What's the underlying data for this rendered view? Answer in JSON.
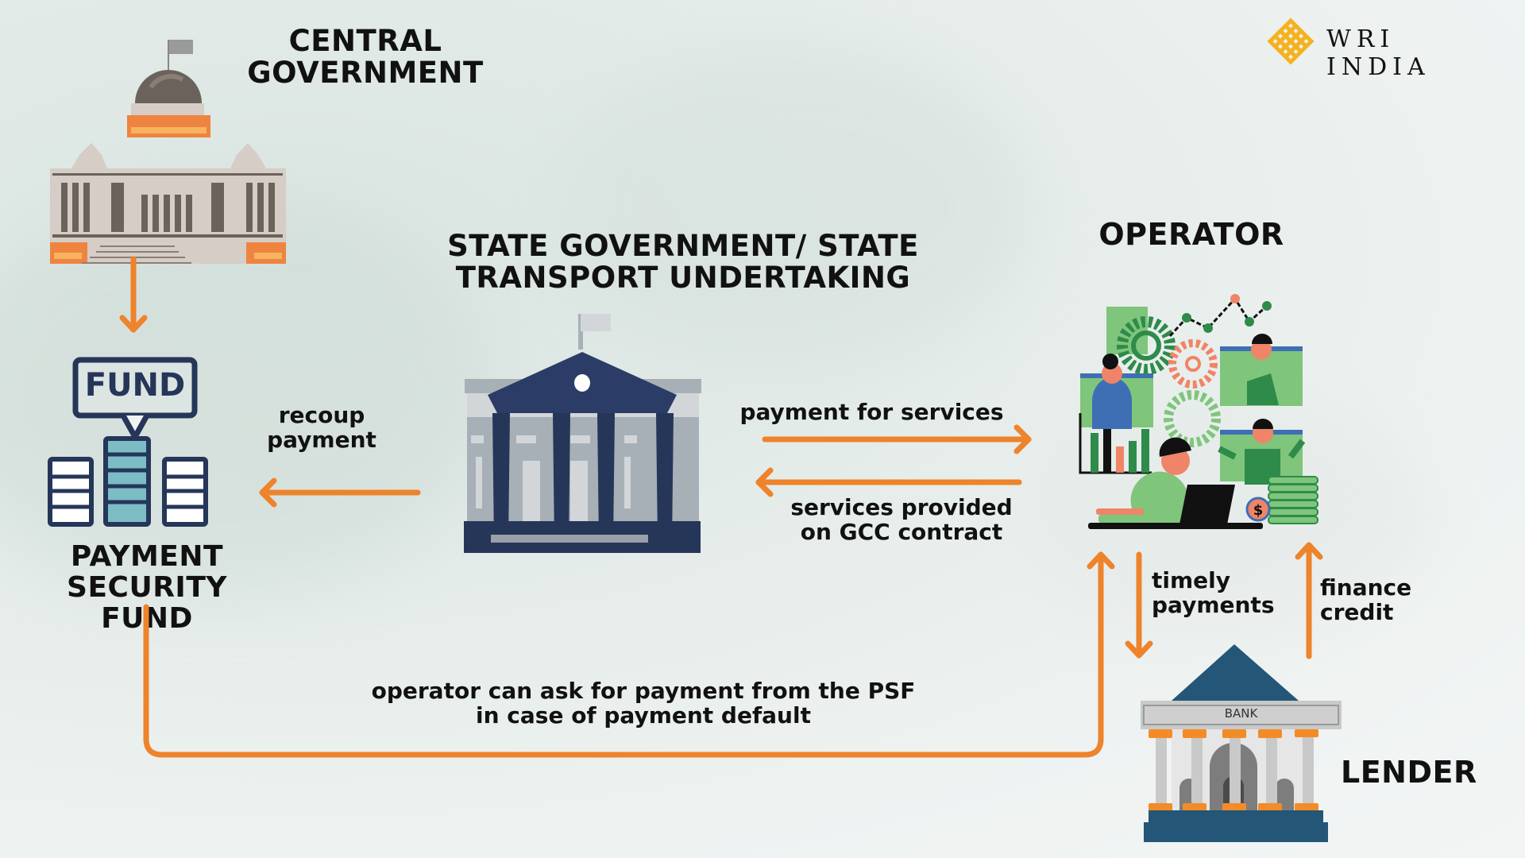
{
  "logo": {
    "text": "WRI INDIA",
    "color": "#F5B21E"
  },
  "nodes": {
    "central_government": {
      "title_line1": "CENTRAL",
      "title_line2": "GOVERNMENT"
    },
    "payment_security_fund": {
      "title_line1": "PAYMENT",
      "title_line2": "SECURITY FUND",
      "icon_text": "FUND"
    },
    "state_government": {
      "title_line1": "STATE GOVERNMENT/ STATE",
      "title_line2": "TRANSPORT UNDERTAKING"
    },
    "operator": {
      "title": "OPERATOR"
    },
    "lender": {
      "title": "LENDER",
      "sign_text": "BANK"
    }
  },
  "flows": {
    "recoup_payment": {
      "line1": "recoup",
      "line2": "payment"
    },
    "payment_for_services": {
      "text": "payment for services"
    },
    "services_provided": {
      "line1": "services provided",
      "line2": "on GCC contract"
    },
    "timely_payments": {
      "line1": "timely",
      "line2": "payments"
    },
    "finance_credit": {
      "line1": "finance",
      "line2": "credit"
    },
    "psf_claim": {
      "line1": "operator can ask for payment from the PSF",
      "line2": "in case of payment default"
    }
  },
  "colors": {
    "arrow": "#EE832B",
    "navy": "#253659",
    "bank_blue": "#245677",
    "green": "#2E8B4A"
  }
}
